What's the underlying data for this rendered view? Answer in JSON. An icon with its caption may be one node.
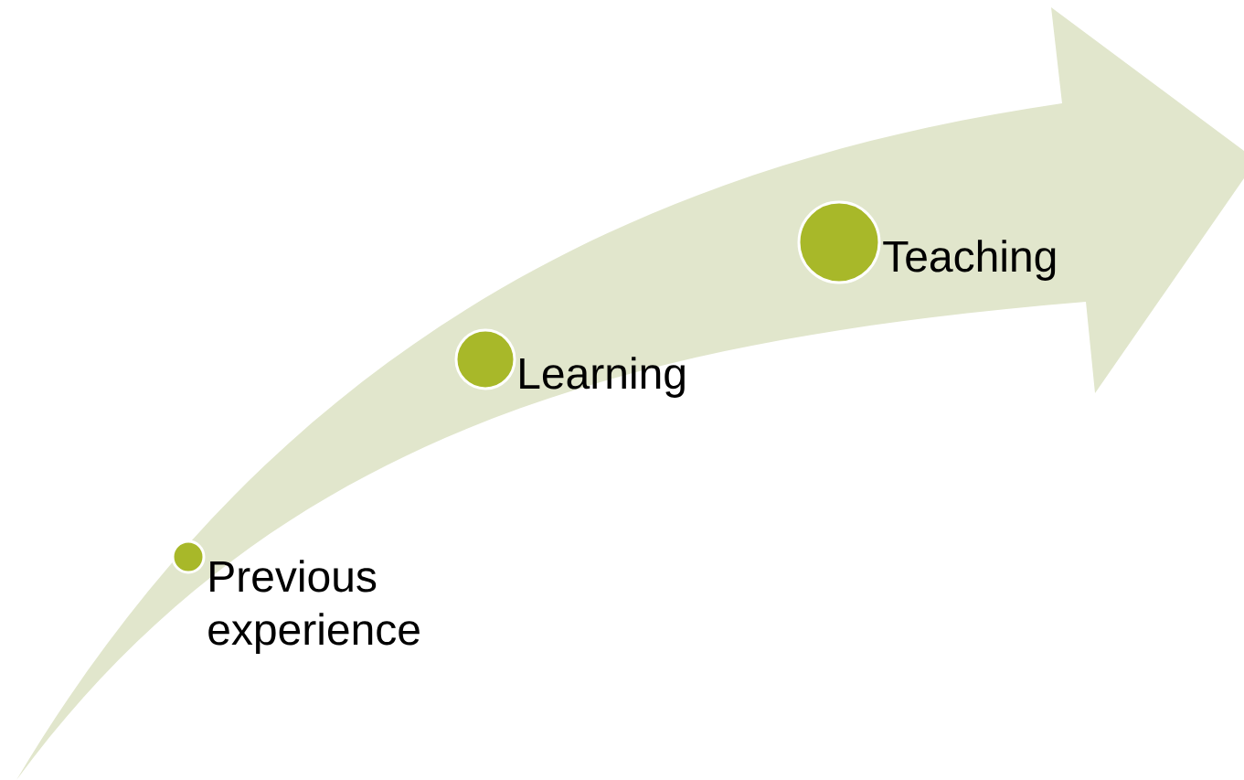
{
  "diagram": {
    "nodes": [
      {
        "text": [
          "Previous experience"
        ]
      },
      {
        "text": [
          "Learning"
        ]
      },
      {
        "text": [
          "Teaching"
        ]
      }
    ]
  }
}
